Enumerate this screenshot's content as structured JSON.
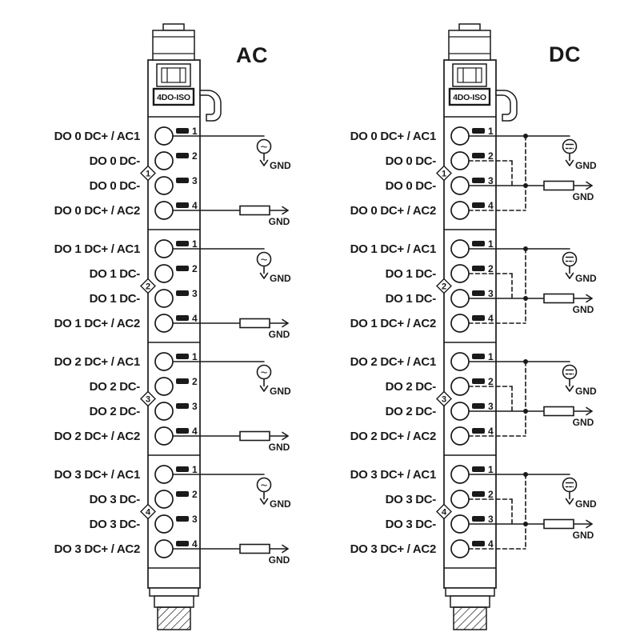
{
  "titles": {
    "ac": "AC",
    "dc": "DC"
  },
  "module": {
    "label": "4DO-ISO"
  },
  "gnd": "GND",
  "pin_numbers": [
    "1",
    "2",
    "3",
    "4"
  ],
  "groups": [
    {
      "id": "1",
      "labels": [
        "DO 0 DC+ / AC1",
        "DO 0 DC-",
        "DO 0 DC-",
        "DO 0 DC+ / AC2"
      ]
    },
    {
      "id": "2",
      "labels": [
        "DO 1 DC+ / AC1",
        "DO 1 DC-",
        "DO 1 DC-",
        "DO 1 DC+ / AC2"
      ]
    },
    {
      "id": "3",
      "labels": [
        "DO 2 DC+ / AC1",
        "DO 2 DC-",
        "DO 2 DC-",
        "DO 2 DC+ / AC2"
      ]
    },
    {
      "id": "4",
      "labels": [
        "DO 3 DC+ / AC1",
        "DO 3 DC-",
        "DO 3 DC-",
        "DO 3 DC+ / AC2"
      ]
    }
  ],
  "symbols": {
    "ac_source": "~",
    "dc_source": "="
  },
  "colors": {
    "line": "#1a1a1a",
    "background": "#ffffff"
  }
}
